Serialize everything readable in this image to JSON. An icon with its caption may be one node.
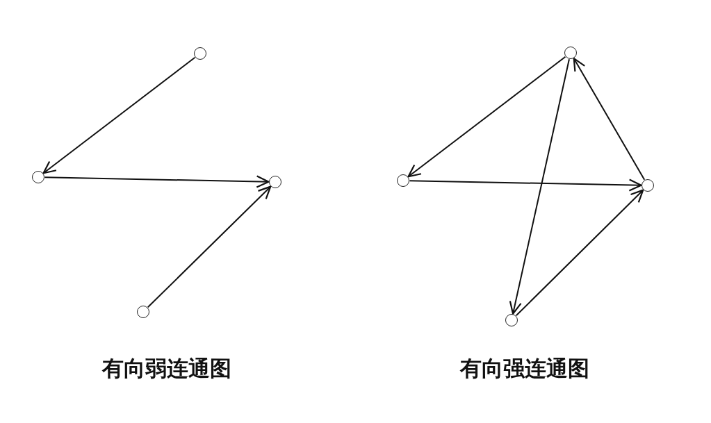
{
  "diagram": {
    "nodes": [
      {
        "text": [],
        "shape": "circle"
      },
      {
        "text": [],
        "shape": "circle"
      },
      {
        "text": [],
        "shape": "circle"
      },
      {
        "text": [],
        "shape": "circle"
      },
      {
        "text": [],
        "shape": "circle"
      },
      {
        "text": [],
        "shape": "circle"
      },
      {
        "text": [],
        "shape": "circle"
      },
      {
        "text": [],
        "shape": "circle"
      }
    ],
    "edges": [
      {
        "from": 0,
        "to": 1,
        "arrow": "to"
      },
      {
        "from": 1,
        "to": 2,
        "arrow": "to"
      },
      {
        "from": 3,
        "to": 2,
        "arrow": "to"
      },
      {
        "from": 4,
        "to": 5,
        "arrow": "to"
      },
      {
        "from": 5,
        "to": 6,
        "arrow": "to"
      },
      {
        "from": 4,
        "to": 7,
        "arrow": "to"
      },
      {
        "from": 6,
        "to": 4,
        "arrow": "to"
      },
      {
        "from": 7,
        "to": 6,
        "arrow": "to"
      }
    ],
    "labels": [
      "有向弱连通图",
      "有向强连通图"
    ]
  }
}
